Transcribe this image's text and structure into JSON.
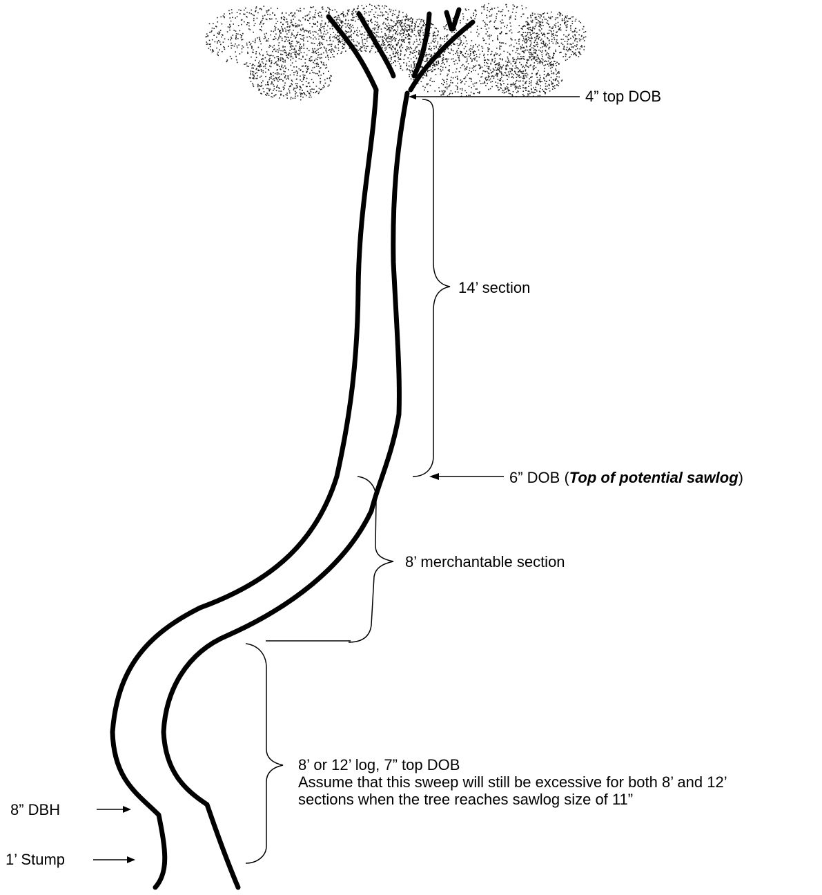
{
  "labels": {
    "top_dob": "4” top DOB",
    "section_14": "14’ section",
    "dob_6_prefix": "6” DOB (",
    "dob_6_emph": "Top of potential sawlog",
    "dob_6_suffix": ")",
    "merch_8": "8’ merchantable section",
    "log_line1": "8’ or 12’ log, 7” top DOB",
    "log_line2": "Assume that this sweep will still be excessive for both 8’ and 12’",
    "log_line3": "sections when the tree reaches sawlog size of 11”",
    "dbh": "8” DBH",
    "stump": "1’ Stump"
  },
  "colors": {
    "ink": "#000000",
    "foliage": "#1e1e1e",
    "background": "#ffffff"
  }
}
